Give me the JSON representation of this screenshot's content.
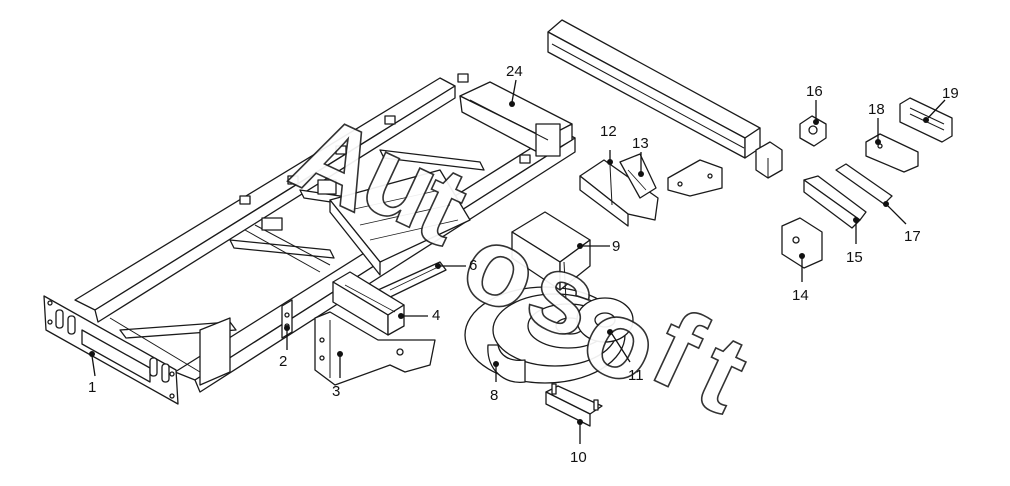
{
  "watermark": "Autosoft",
  "watermark_letters": [
    "A",
    "u",
    "t",
    "o",
    "s",
    "o",
    "f",
    "t"
  ],
  "callouts": [
    "1",
    "2",
    "3",
    "4",
    "6",
    "8",
    "9",
    "10",
    "11",
    "12",
    "13",
    "14",
    "15",
    "16",
    "17",
    "18",
    "19",
    "24"
  ]
}
